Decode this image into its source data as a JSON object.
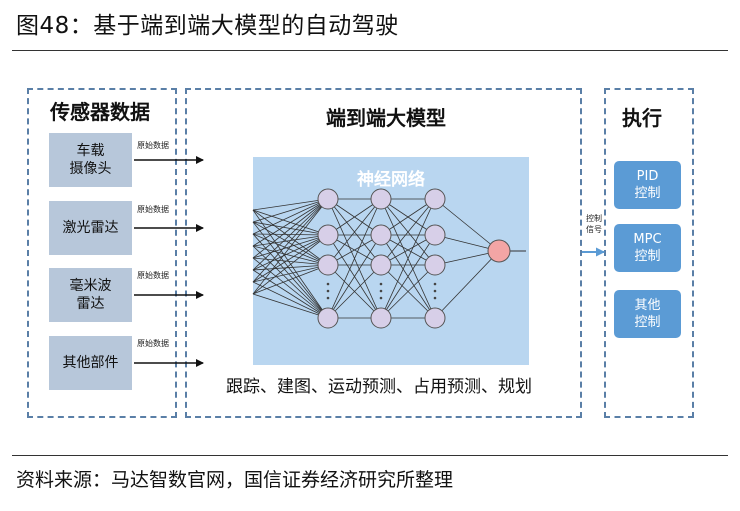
{
  "figure_title": "图48：基于端到端大模型的自动驾驶",
  "source": "资料来源：马达智数官网，国信证券经济研究所整理",
  "sensors": {
    "title": "传感器数据",
    "items": [
      "车载\n摄像头",
      "激光雷达",
      "毫米波\n雷达",
      "其他部件"
    ],
    "arrow_label": "原始数据"
  },
  "model": {
    "title": "端到端大模型",
    "network_label": "神经网络",
    "caption": "跟踪、建图、运动预测、占用预测、规划"
  },
  "signal_label": "控制\n信号",
  "execution": {
    "title": "执行",
    "controls": [
      "PID\n控制",
      "MPC\n控制",
      "其他\n控制"
    ]
  },
  "colors": {
    "frame_border": "#5a7fa7",
    "sensor_box": "#b7c7da",
    "network_panel": "#b9d6f0",
    "neuron_fill": "#d7cfe8",
    "output_neuron": "#f3a5a5",
    "control_box": "#5b9bd5"
  }
}
